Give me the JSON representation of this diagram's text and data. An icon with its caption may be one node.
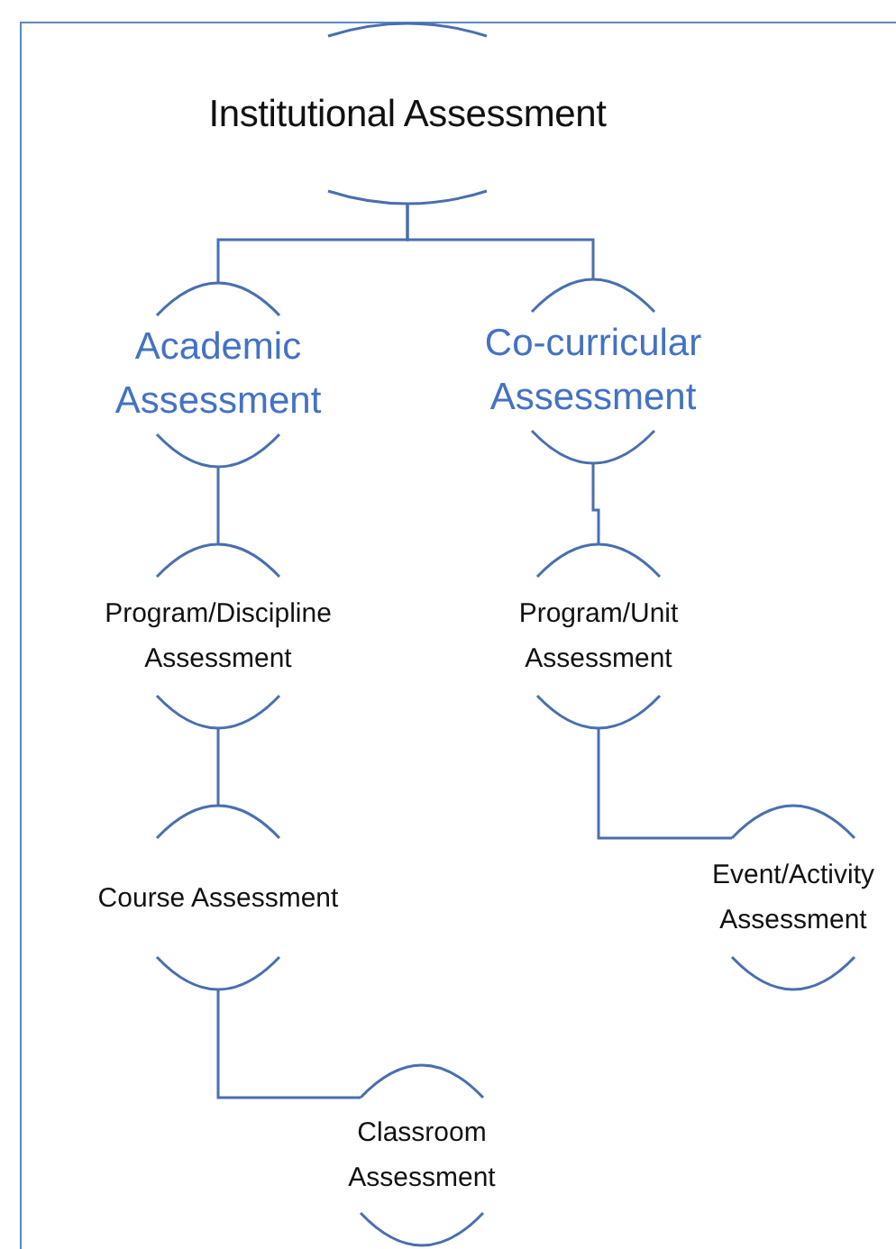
{
  "diagram": {
    "nodes": [
      {
        "text": [
          "Institutional Assessment"
        ]
      },
      {
        "text": [
          "Academic Assessment"
        ]
      },
      {
        "text": [
          "Co-curricular Assessment"
        ]
      },
      {
        "text": [
          "Program/Discipline Assessment"
        ]
      },
      {
        "text": [
          "Program/Unit Assessment"
        ]
      },
      {
        "text": [
          "Course Assessment"
        ]
      },
      {
        "text": [
          "Event/Activity Assessment"
        ]
      },
      {
        "text": [
          "Classroom Assessment"
        ]
      }
    ],
    "edges": [
      {
        "from": 0,
        "to": 1,
        "arrow": "none"
      },
      {
        "from": 0,
        "to": 2,
        "arrow": "none"
      },
      {
        "from": 1,
        "to": 3,
        "arrow": "none"
      },
      {
        "from": 2,
        "to": 4,
        "arrow": "none"
      },
      {
        "from": 3,
        "to": 5,
        "arrow": "none"
      },
      {
        "from": 4,
        "to": 6,
        "arrow": "none"
      },
      {
        "from": 5,
        "to": 7,
        "arrow": "none"
      }
    ]
  }
}
